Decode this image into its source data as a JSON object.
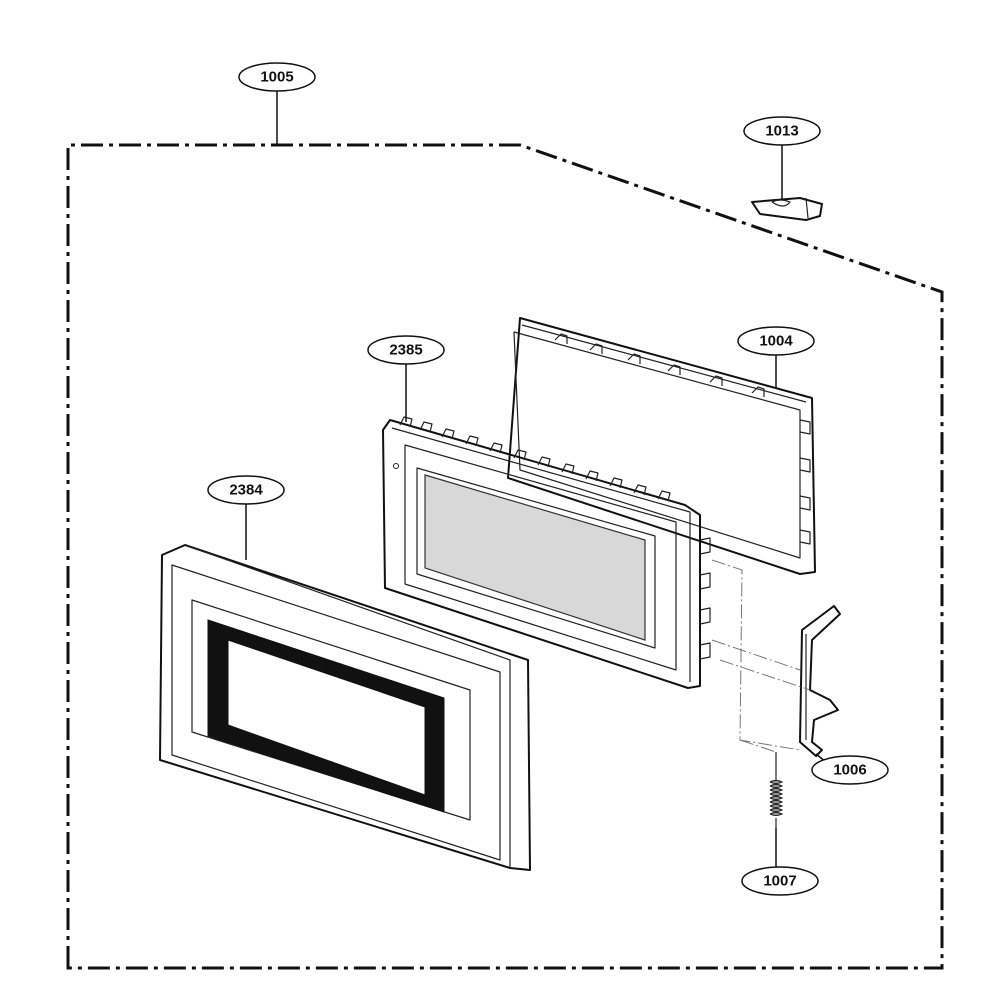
{
  "diagram": {
    "colors": {
      "line": "#111111",
      "glass": "#d8d8d8",
      "frame_dark": "#111111",
      "background": "#ffffff"
    },
    "callouts": [
      {
        "id": "1005",
        "label": "1005"
      },
      {
        "id": "1013",
        "label": "1013"
      },
      {
        "id": "1004",
        "label": "1004"
      },
      {
        "id": "2385",
        "label": "2385"
      },
      {
        "id": "2384",
        "label": "2384"
      },
      {
        "id": "1006",
        "label": "1006"
      },
      {
        "id": "1007",
        "label": "1007"
      }
    ]
  }
}
